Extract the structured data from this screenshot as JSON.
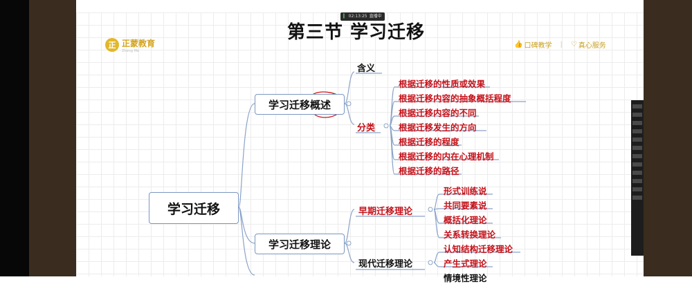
{
  "recording": {
    "time": "02:13:25",
    "status": "直播中"
  },
  "slide": {
    "title": "第三节  学习迁移",
    "logo": {
      "mark": "正",
      "name": "正蒙教育",
      "sub": "Zheng Me"
    },
    "links": [
      "口碑教学",
      "|",
      "真心服务"
    ]
  },
  "mindmap": {
    "root": "学习迁移",
    "branch1": {
      "label": "学习迁移概述",
      "meaning": "含义",
      "classify": "分类",
      "items": [
        "根据迁移的性质或效果",
        "根据迁移内容的抽象概括程度",
        "根据迁移内容的不同",
        "根据迁移发生的方向",
        "根据迁移的程度",
        "根据迁移的内在心理机制",
        "根据迁移的路径"
      ]
    },
    "branch2": {
      "label": "学习迁移理论",
      "early": {
        "label": "早期迁移理论",
        "items": [
          "形式训练说",
          "共同要素说",
          "概括化理论",
          "关系转换理论"
        ]
      },
      "modern": {
        "label": "现代迁移理论",
        "items": [
          "认知结构迁移理论",
          "产生式理论",
          "情境性理论"
        ]
      }
    }
  },
  "colors": {
    "accent_red": "#c4121a",
    "box_border": "#7a96c0",
    "logo_gold": "#d4a41d"
  }
}
